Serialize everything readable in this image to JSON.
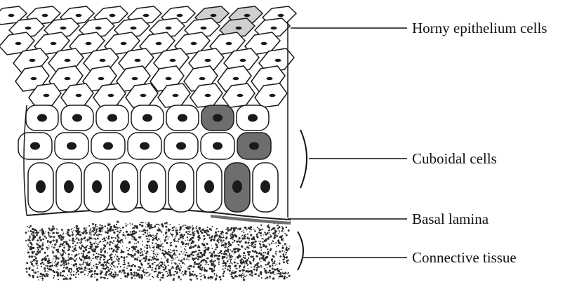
{
  "diagram": {
    "labels": {
      "horny": "Horny epithelium cells",
      "cuboidal": "Cuboidal cells",
      "basal": "Basal lamina",
      "connective": "Connective tissue"
    },
    "colors": {
      "ink": "#111111",
      "highlight_cell": "#6e6e6e",
      "pale_cell": "#cfcfcf",
      "tissue": "#2b2b2b"
    }
  }
}
